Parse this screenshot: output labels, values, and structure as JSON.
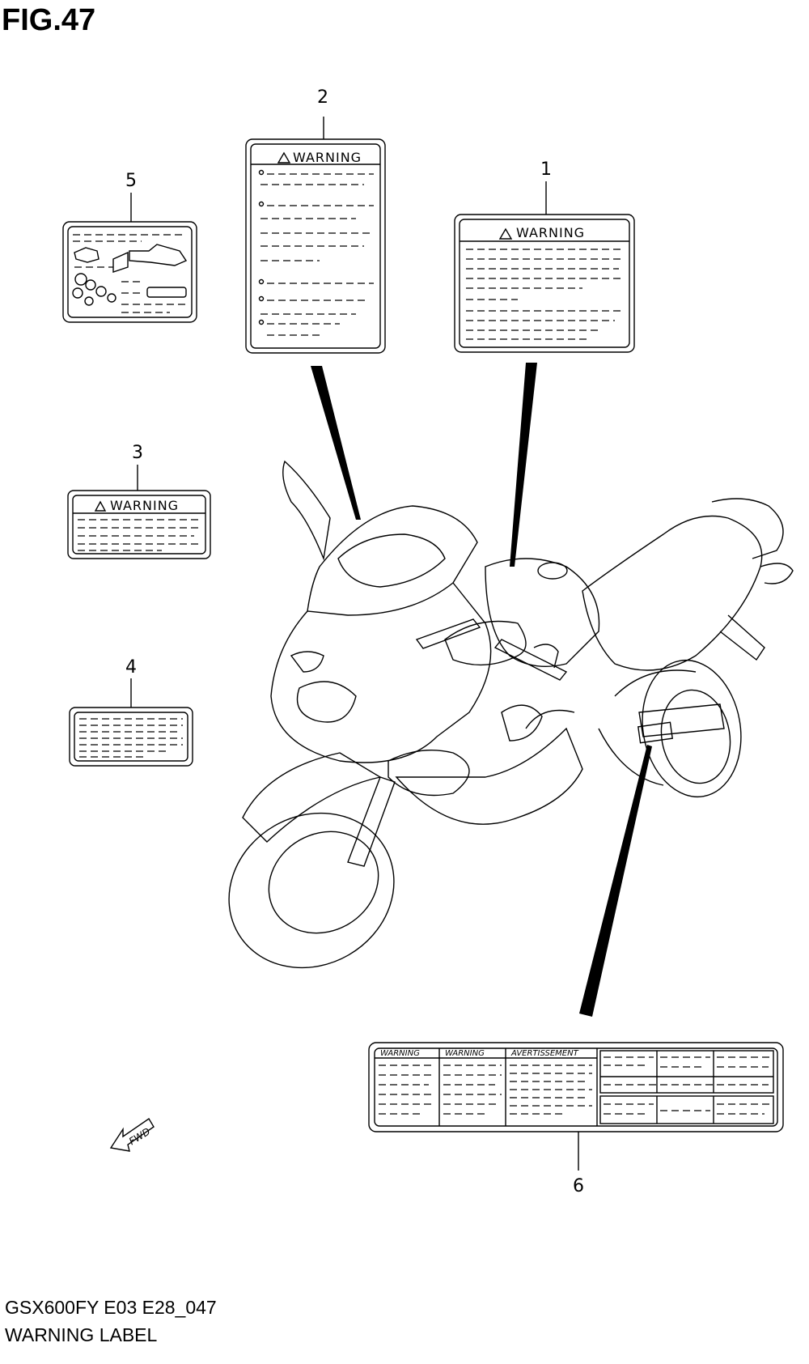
{
  "title": "FIG.47",
  "footer": {
    "code": "GSX600FY E03 E28_047",
    "name": "WARNING LABEL"
  },
  "callouts": [
    "1",
    "2",
    "3",
    "4",
    "5",
    "6"
  ],
  "labels": {
    "warning": "WARNING",
    "label6_warning_1": "WARNING",
    "label6_warning_2": "WARNING",
    "label6_avertissement": "AVERTISSEMENT"
  },
  "fwd": "FWD"
}
